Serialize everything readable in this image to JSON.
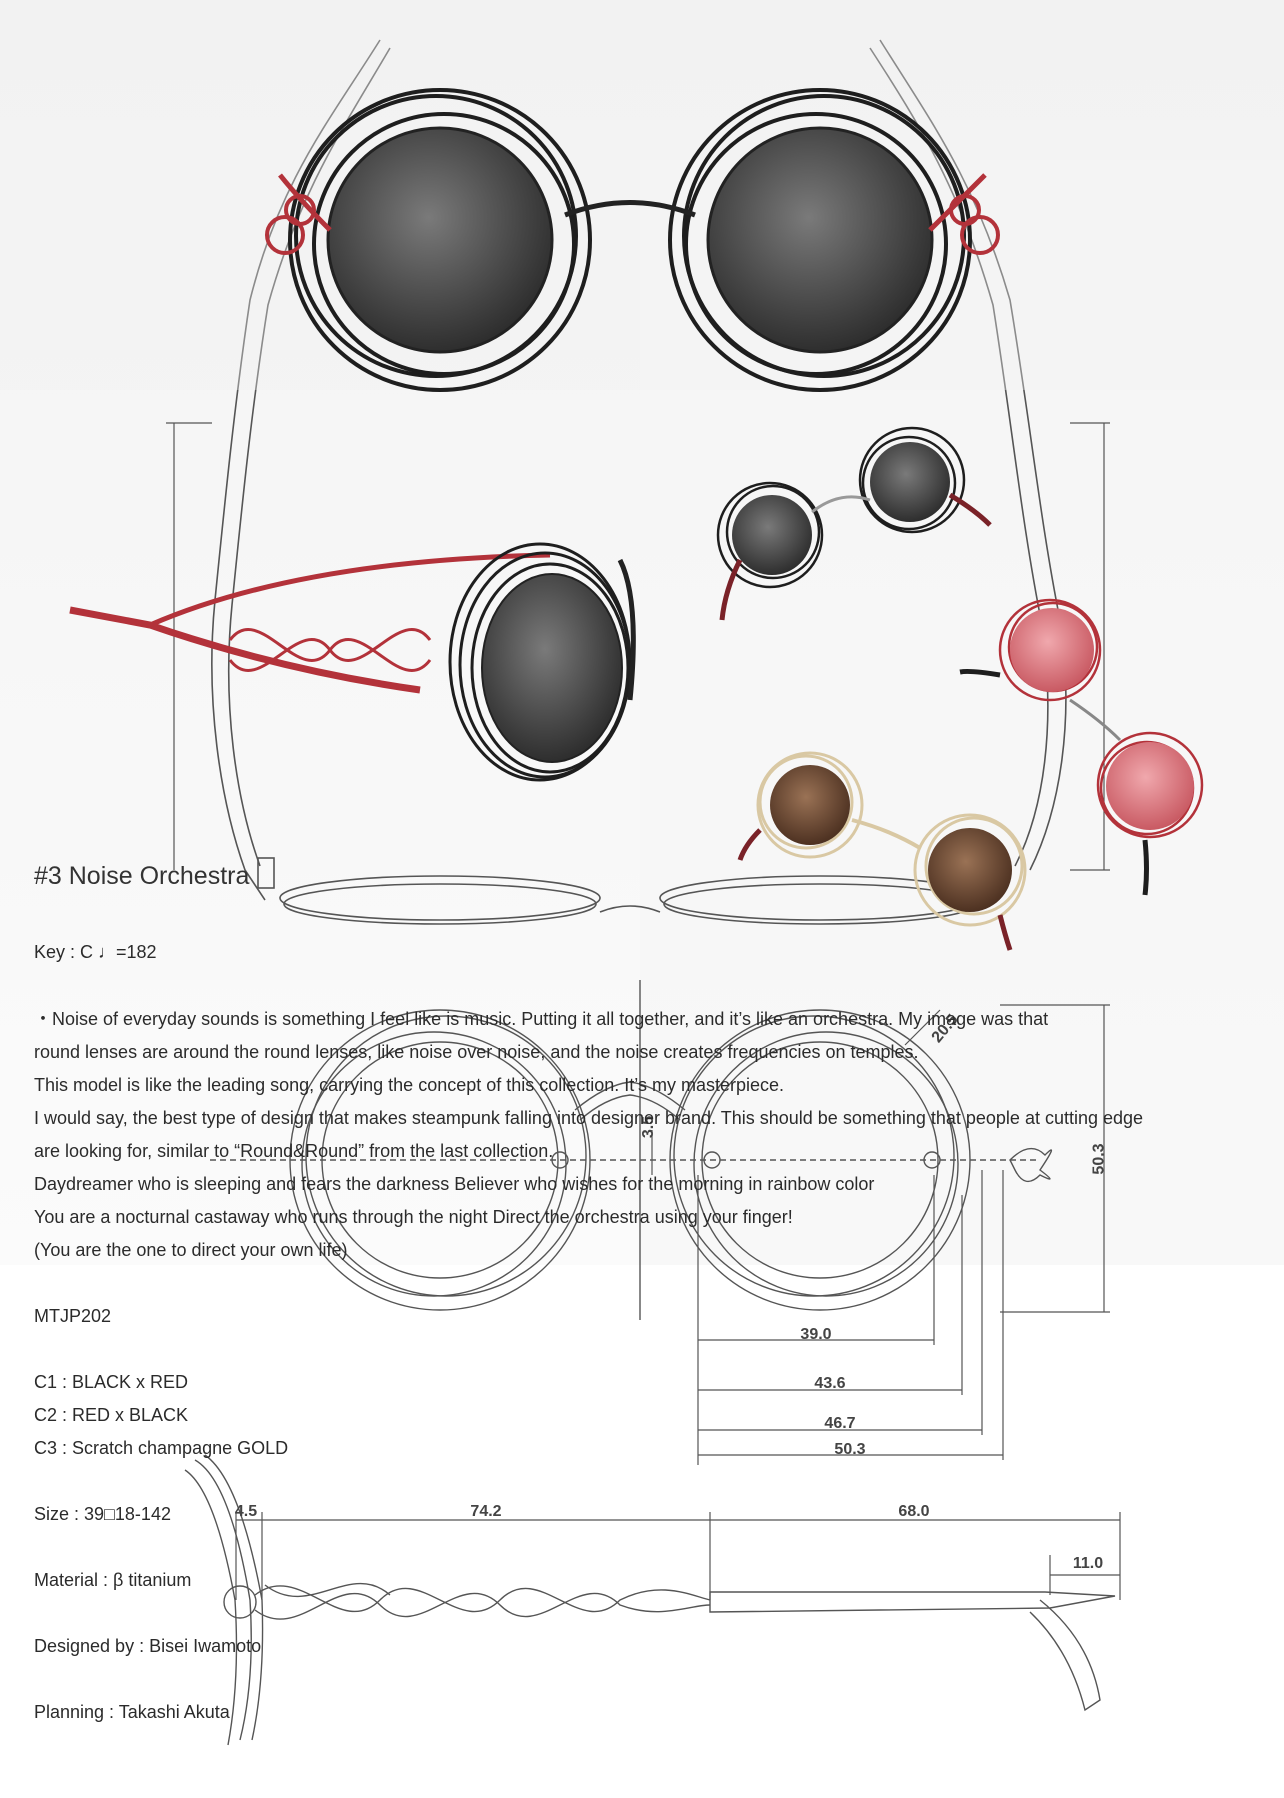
{
  "title": "#3 Noise Orchestra",
  "key": "Key : C ♩=182",
  "description": [
    "・Noise of everyday sounds is something I feel like is music. Putting it all together, and it’s like an orchestra. My image was that",
    "round lenses are around the round lenses, like noise over noise, and the noise creates frequencies on temples.",
    "This model is like the leading song, carrying the concept of this collection. It’s my masterpiece.",
    "I would say, the best type of design that makes steampunk falling into designer brand. This should be something that people at cutting edge",
    "are looking for, similar to “Round&Round” from the last collection.",
    "Daydreamer who is sleeping and fears the darkness Believer who wishes for the morning in rainbow color",
    "You are a nocturnal castaway who runs through the night Direct the orchestra using your finger!",
    "(You are the one to direct your own life)"
  ],
  "model": "MTJP202",
  "colors": [
    "C1 : BLACK x RED",
    "C2 : RED x BLACK",
    "C3 : Scratch champagne GOLD"
  ],
  "size": "Size : 39□18-142",
  "material": "Material : β titanium",
  "designer": "Designed by : Bisei Iwamoto",
  "planning": "Planning : Takashi Akuta",
  "dimensions": {
    "lens_width": "39.0",
    "lens_outer": "43.6",
    "frame_a": "46.7",
    "frame_b": "50.3",
    "height": "50.3",
    "bridge": "3.5",
    "angle": "20.5",
    "hinge": "4.5",
    "temple_a": "74.2",
    "temple_b": "68.0",
    "tip": "11.0"
  },
  "colors_palette": {
    "frame": "#1e1e1e",
    "red": "#b3323a",
    "pink_lens": "#d77a80",
    "brown_lens": "#6e4a33",
    "gold": "#d9c8a3",
    "lens_grey": "#4a4a4a"
  }
}
